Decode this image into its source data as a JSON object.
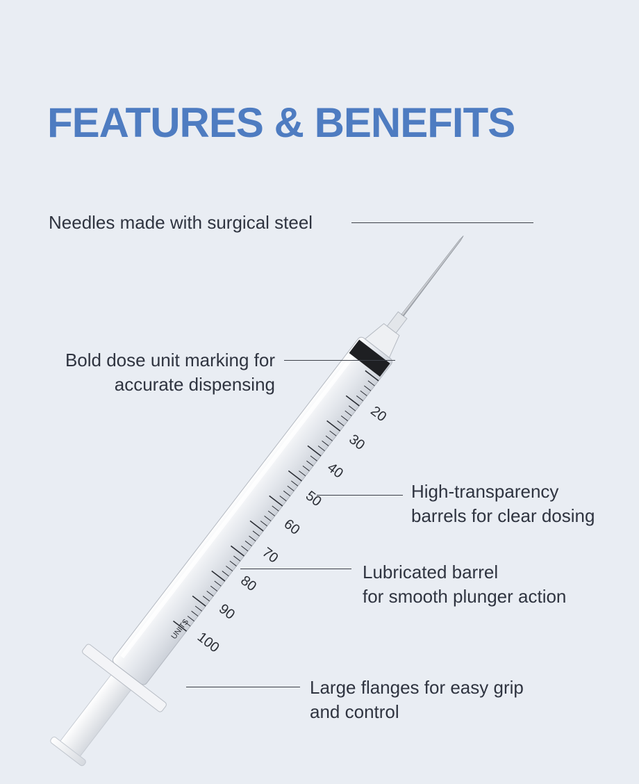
{
  "title": "FEATURES & BENEFITS",
  "features": [
    {
      "lines": [
        "Needles made with surgical steel"
      ]
    },
    {
      "lines": [
        "Bold dose unit marking for",
        "accurate dispensing"
      ]
    },
    {
      "lines": [
        "High-transparency",
        "barrels for clear dosing"
      ]
    },
    {
      "lines": [
        "Lubricated barrel",
        "for smooth plunger action"
      ]
    },
    {
      "lines": [
        "Large flanges for easy grip",
        "and control"
      ]
    }
  ],
  "syringe": {
    "scale_numbers": [
      "20",
      "30",
      "40",
      "50",
      "60",
      "70",
      "80",
      "90",
      "100"
    ],
    "unit_label": "UNITS"
  },
  "colors": {
    "background": "#e9edf3",
    "title": "#4e7cc1",
    "text": "#2f3440"
  }
}
